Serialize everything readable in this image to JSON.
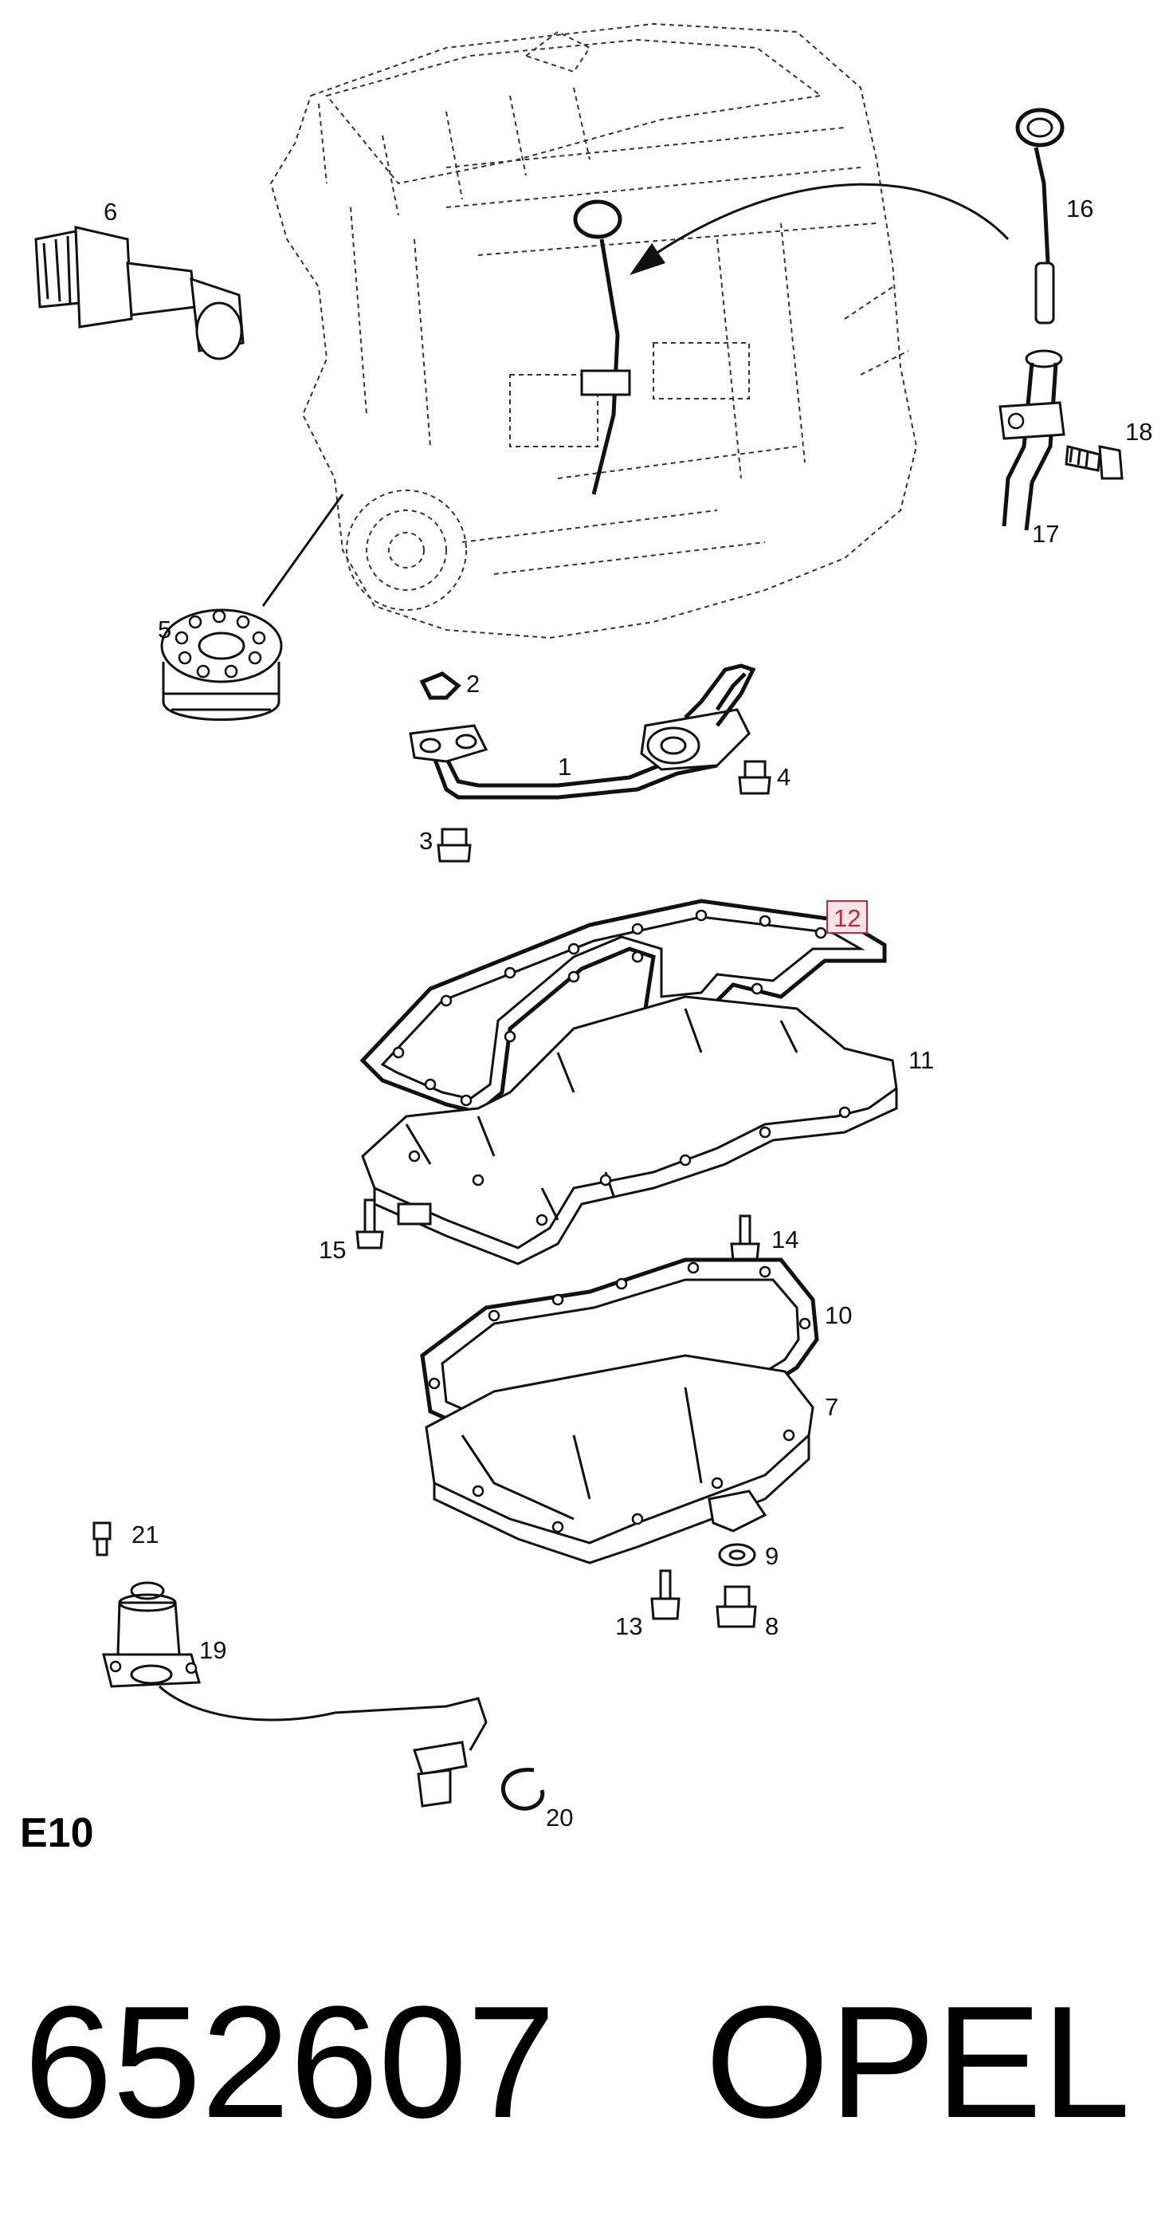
{
  "section_code": "E10",
  "part_number": "652607",
  "brand": "OPEL",
  "highlighted_callout": "12",
  "callouts": {
    "c1": "1",
    "c2": "2",
    "c3": "3",
    "c4": "4",
    "c5": "5",
    "c6": "6",
    "c7": "7",
    "c8": "8",
    "c9": "9",
    "c10": "10",
    "c11": "11",
    "c12": "12",
    "c13": "13",
    "c14": "14",
    "c15": "15",
    "c16": "16",
    "c17": "17",
    "c18": "18",
    "c19": "19",
    "c20": "20",
    "c21": "21"
  },
  "colors": {
    "line": "#111111",
    "highlight": "#c0283a",
    "highlight_fill": "#fbe3e6"
  }
}
